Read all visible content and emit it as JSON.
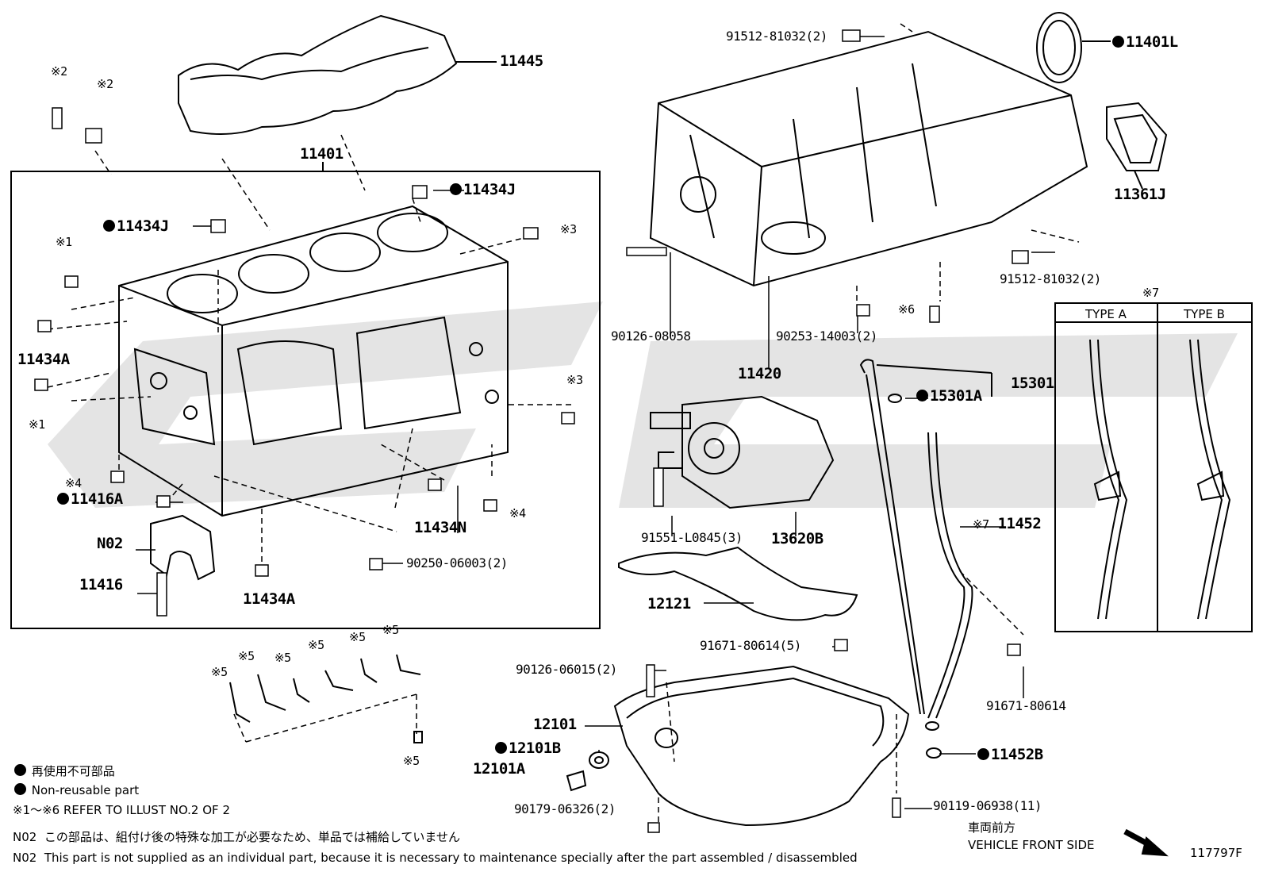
{
  "reference_number": "117797F",
  "vehicle_front": {
    "jp": "車両前方",
    "en": "VEHICLE FRONT SIDE"
  },
  "legend": {
    "jp": "再使用不可部品",
    "en": "Non-reusable part",
    "refer": "※1～※6  REFER TO ILLUST NO.2 OF 2",
    "n02_code": "N02",
    "n02_jp": "この部品は、組付け後の特殊な加工が必要なため、単品では補給していません",
    "n02_en": "This part is not supplied as an individual part, because it is necessary to maintenance specially after the part assembled / disassembled"
  },
  "type_box": {
    "mark": "※7",
    "type_a": "TYPE A",
    "type_b": "TYPE B"
  },
  "parts": {
    "p11445": "11445",
    "p11401": "11401",
    "p11434J_top": "11434J",
    "p11434J_left": "11434J",
    "p11434A_left": "11434A",
    "p11416A": "11416A",
    "pN02": "N02",
    "p11416": "11416",
    "p11434A_bottom": "11434A",
    "p11434N": "11434N",
    "p90250": "90250-06003(2)",
    "p91512_top": "91512-81032(2)",
    "p11401L": "11401L",
    "p11361J": "11361J",
    "p91512_right": "91512-81032(2)",
    "p90126_08058": "90126-08058",
    "p90253": "90253-14003(2)",
    "p11420": "11420",
    "p15301": "15301",
    "p15301A": "15301A",
    "p91551": "91551-L0845(3)",
    "p13620B": "13620B",
    "p11452": "11452",
    "p12121": "12121",
    "p91671_5": "91671-80614(5)",
    "p91671": "91671-80614",
    "p90126_06015": "90126-06015(2)",
    "p12101": "12101",
    "p12101B": "12101B",
    "p12101A": "12101A",
    "p90179": "90179-06326(2)",
    "p90119": "90119-06938(11)",
    "p11452B": "11452B"
  },
  "marks": {
    "m2a": "※2",
    "m2b": "※2",
    "m1a": "※1",
    "m1b": "※1",
    "m3a": "※3",
    "m3b": "※3",
    "m4a": "※4",
    "m4b": "※4",
    "m6": "※6",
    "m7": "※7",
    "m5a": "※5",
    "m5b": "※5",
    "m5c": "※5",
    "m5d": "※5",
    "m5e": "※5",
    "m5f": "※5",
    "m5g": "※5"
  }
}
